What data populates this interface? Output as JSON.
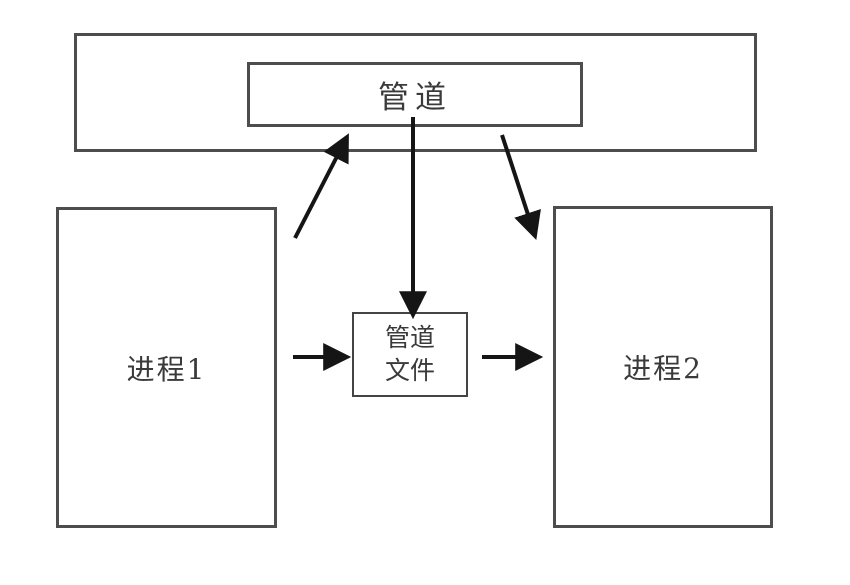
{
  "nodes": {
    "pipe": {
      "label": "管道"
    },
    "process1": {
      "label": "进程1"
    },
    "process2": {
      "label": "进程2"
    },
    "pipe_file": {
      "label_line1": "管道",
      "label_line2": "文件"
    }
  },
  "edges": [
    {
      "from": "process1",
      "to": "pipe"
    },
    {
      "from": "pipe",
      "to": "pipe_file"
    },
    {
      "from": "pipe",
      "to": "process2"
    },
    {
      "from": "process1",
      "to": "pipe_file"
    },
    {
      "from": "pipe_file",
      "to": "process2"
    }
  ],
  "colors": {
    "box_border": "#4d4d4d",
    "arrow": "#151515",
    "text": "#3a3a3a",
    "background": "#ffffff"
  }
}
